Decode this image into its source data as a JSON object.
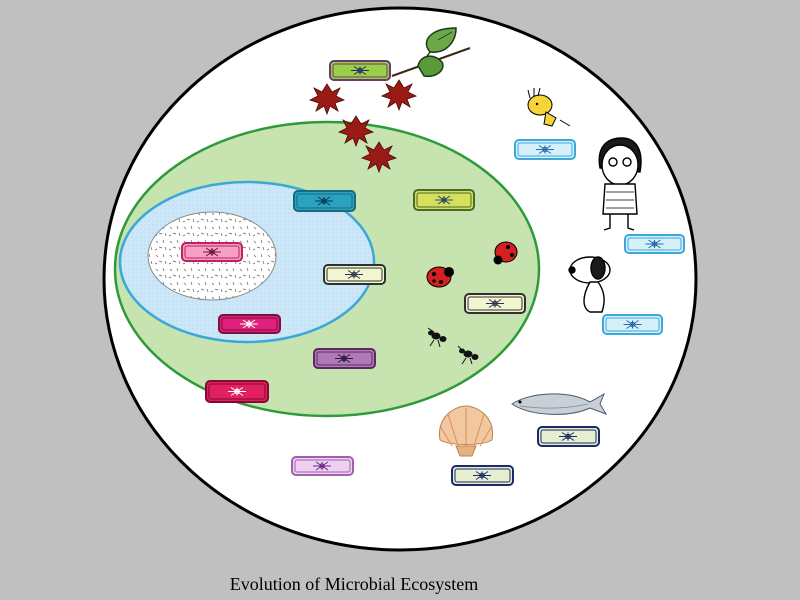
{
  "caption": "Evolution of Microbial Ecosystem",
  "colors": {
    "background": "#c0c0c0",
    "outer_circle_fill": "#ffffff",
    "outer_circle_stroke": "#000000",
    "green_zone_fill": "#c6e3b0",
    "green_zone_stroke": "#2e9a3a",
    "blue_zone_fill": "#cfe8fa",
    "blue_zone_stroke": "#3aa8d8",
    "core_fill": "#ffffff",
    "core_stroke": "#8a8a8a"
  },
  "zones": [
    "outer-ecosystem",
    "green-zone",
    "blue-zone",
    "core-zone"
  ],
  "microbe_tags": [
    {
      "name": "tag-core-pink",
      "fill": "#f6a0c4",
      "border": "#c02060",
      "glyph": "#6a1a3a"
    },
    {
      "name": "tag-blue-magenta",
      "fill": "#e0207a",
      "border": "#7a1040",
      "glyph": "#ffffff"
    },
    {
      "name": "tag-green-teal",
      "fill": "#2aa3c0",
      "border": "#1a6a80",
      "glyph": "#0a3a55"
    },
    {
      "name": "tag-green-yellowlime",
      "fill": "#d6e05a",
      "border": "#4a6a30",
      "glyph": "#2a4a6a"
    },
    {
      "name": "tag-green-cream",
      "fill": "#f2f6d0",
      "border": "#303030",
      "glyph": "#303050"
    },
    {
      "name": "tag-green-cream-2",
      "fill": "#f2f6d0",
      "border": "#303030",
      "glyph": "#303050"
    },
    {
      "name": "tag-green-purple",
      "fill": "#b07ab8",
      "border": "#5a2a60",
      "glyph": "#2a1a3a"
    },
    {
      "name": "tag-green-crimson",
      "fill": "#e02060",
      "border": "#800a30",
      "glyph": "#ffffff"
    },
    {
      "name": "tag-outer-lime",
      "fill": "#9ad048",
      "border": "#6a3a6a",
      "glyph": "#2a2a6a"
    },
    {
      "name": "tag-outer-cyan-1",
      "fill": "#d6f0fa",
      "border": "#3aa8d8",
      "glyph": "#2a6aa8"
    },
    {
      "name": "tag-outer-cyan-2",
      "fill": "#d6f0fa",
      "border": "#3aa8d8",
      "glyph": "#2a6aa8"
    },
    {
      "name": "tag-outer-cyan-3",
      "fill": "#d6f0fa",
      "border": "#3aa8d8",
      "glyph": "#2a6aa8"
    },
    {
      "name": "tag-outer-navy-1",
      "fill": "#e6f0d0",
      "border": "#1a2a6a",
      "glyph": "#1a2a6a"
    },
    {
      "name": "tag-outer-navy-2",
      "fill": "#e6f0d0",
      "border": "#1a2a6a",
      "glyph": "#1a2a6a"
    },
    {
      "name": "tag-outer-lavender",
      "fill": "#f0d0f0",
      "border": "#a060b0",
      "glyph": "#6a2a8a"
    }
  ],
  "illustrations": [
    "tree-branch-icon",
    "maple-leaf-icon",
    "bird-icon",
    "girl-character-icon",
    "dog-character-icon",
    "ladybug-icon",
    "ant-icon",
    "fish-icon",
    "seashell-icon"
  ]
}
